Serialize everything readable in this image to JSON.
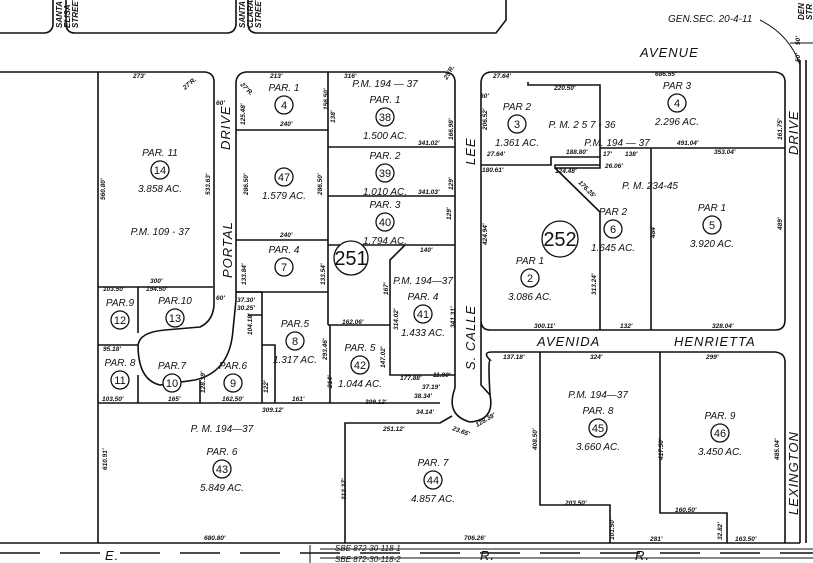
{
  "title": "Assessor parcel map",
  "streets": {
    "avenue": "AVENUE",
    "portal_drive_1": "DRIVE",
    "portal_drive_2": "PORTAL",
    "calle_lee_1": "LEE",
    "calle_lee_2": "S. CALLE",
    "avenida": "AVENIDA",
    "henrietta": "HENRIETTA",
    "drive_right": "DRIVE",
    "lexington": "LEXINGTON",
    "santa_elisa": [
      "SANTA",
      "ELISA",
      "STREET"
    ],
    "santa_clara": [
      "SANTA",
      "CLARA",
      "STREET"
    ],
    "den_street": [
      "DEN",
      "STR"
    ],
    "railroad": [
      "E.",
      "R.",
      "R."
    ]
  },
  "gen_sec": "GEN.SEC. 20-4-11",
  "sbe": [
    "SBE 872-30-118-1",
    "SBE 872-30-118-2"
  ],
  "blocks": {
    "b251": "251",
    "b252": "252"
  },
  "parcels": [
    {
      "num": "14",
      "par": "PAR. 11",
      "acres": "3.858 AC.",
      "pm": "P.M. 109 - 37"
    },
    {
      "num": "4",
      "par": "PAR. 1"
    },
    {
      "num": "47",
      "acres": "1.579 AC."
    },
    {
      "num": "7",
      "par": "PAR. 4"
    },
    {
      "num": "38",
      "par": "PAR.  1",
      "acres": "1.500 AC.",
      "pm": "P.M. 194 — 37"
    },
    {
      "num": "39",
      "par": "PAR.  2",
      "acres": "1.010 AC."
    },
    {
      "num": "40",
      "par": "PAR.  3",
      "acres": "1.794 AC."
    },
    {
      "num": "41",
      "par": "PAR.  4",
      "acres": "1.433 AC.",
      "pm": "P.M. 194—37"
    },
    {
      "num": "42",
      "par": "PAR.  5",
      "acres": "1.044 AC."
    },
    {
      "num": "8",
      "par": "PAR.5",
      "acres": "1.317 AC."
    },
    {
      "num": "9",
      "par": "PAR.6"
    },
    {
      "num": "10",
      "par": "PAR.7"
    },
    {
      "num": "11",
      "par": "PAR. 8"
    },
    {
      "num": "12",
      "par": "PAR.9"
    },
    {
      "num": "13",
      "par": "PAR.10"
    },
    {
      "num": "43",
      "par": "PAR.  6",
      "acres": "5.849 AC.",
      "pm": "P. M.  194—37"
    },
    {
      "num": "44",
      "par": "PAR. 7",
      "acres": "4.857 AC."
    },
    {
      "num": "3",
      "par": "PAR 2",
      "acres": "1.361 AC.",
      "pm": "P. M.  2 5 7  - 36"
    },
    {
      "num": "4",
      "par": "PAR 3",
      "acres": "2.296 AC.",
      "pm": "P.M.  194 — 37"
    },
    {
      "num": "2",
      "par": "PAR 1",
      "acres": "3.086 AC."
    },
    {
      "num": "6",
      "par": "PAR 2",
      "acres": "1.645 AC.",
      "pm": "P.  M.     234-45"
    },
    {
      "num": "5",
      "par": "PAR 1",
      "acres": "3.920 AC."
    },
    {
      "num": "45",
      "par": "PAR.  8",
      "acres": "3.660 AC.",
      "pm": "P.M.  194—37"
    },
    {
      "num": "46",
      "par": "PAR.  9",
      "acres": "3.450 AC."
    }
  ],
  "dimensions": [
    "273'",
    "27'R.",
    "560.80'",
    "533.63'",
    "300'",
    "213'",
    "27'R.",
    "125.48'",
    "156.50'",
    "240'",
    "286.50'",
    "286.50'",
    "240'",
    "133.84'",
    "133.54'",
    "316'",
    "25'R.",
    "138'",
    "166.98'",
    "341.02'",
    "341.03'",
    "129'",
    "129'",
    "140'",
    "167'",
    "314.02'",
    "341.31'",
    "162.06'",
    "147.02'",
    "177.88'",
    "11.80'",
    "37.19'",
    "38.34'",
    "309.12'",
    "309.12'",
    "162.50'",
    "161'",
    "122'",
    "104.18'",
    "37.30'",
    "30.25'",
    "293.46'",
    "214'",
    "103.50'",
    "194.50'",
    "95.18'",
    "103.50'",
    "165'",
    "128.39'",
    "610.91'",
    "680.80'",
    "251.12'",
    "34.14'",
    "23.65'",
    "128.38'",
    "313.37'",
    "706.26'",
    "27.64'",
    "220.50'",
    "686.55'",
    "206.52'",
    "27.64'",
    "188.80'",
    "17'",
    "138'",
    "26.06'",
    "491.04'",
    "353.04'",
    "180.61'",
    "124.48'",
    "176.25'",
    "424.94'",
    "313.24'",
    "484'",
    "489'",
    "161.75'",
    "300.11'",
    "132'",
    "328.04'",
    "137.18'",
    "324'",
    "299'",
    "408.50'",
    "417.50'",
    "485.04'",
    "203.50'",
    "101.50'",
    "281'",
    "160.50'",
    "32.82'",
    "163.50'",
    "60'",
    "60'",
    "60'",
    "50'",
    "50'"
  ]
}
